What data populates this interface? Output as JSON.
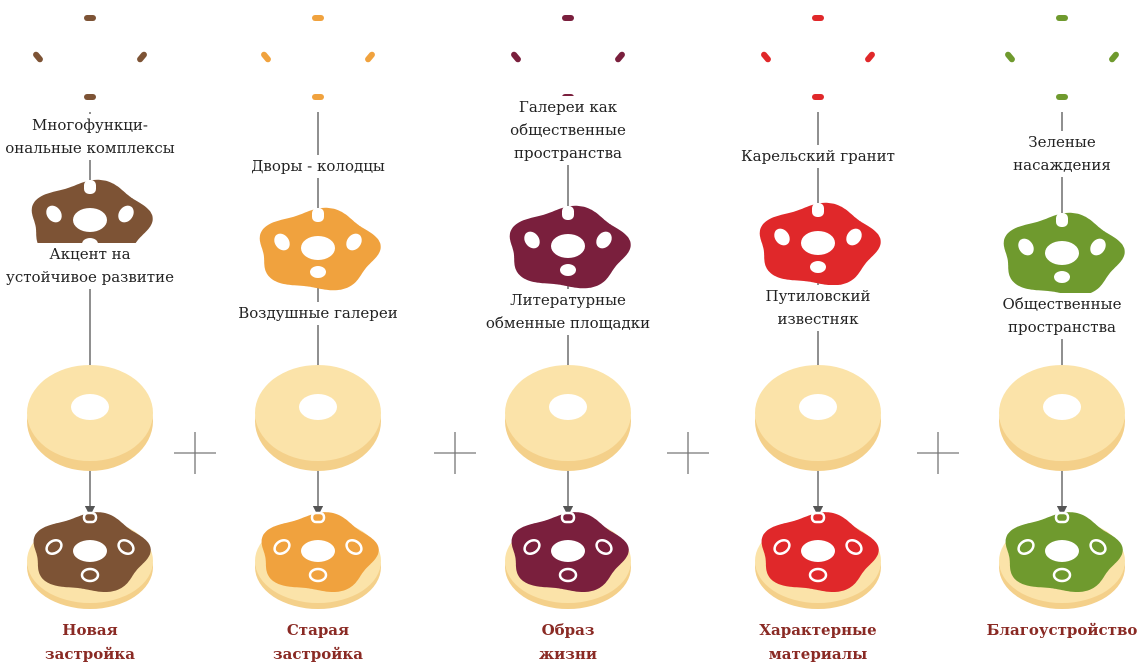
{
  "columns": [
    {
      "id": "new",
      "color": "#7d5335",
      "top_label": "Многофункци-\nональные комплексы",
      "mid_label": "Акцент на\nустойчивое развитие",
      "title": "Новая\nзастройка"
    },
    {
      "id": "old",
      "color": "#f0a23e",
      "top_label": "Дворы - колодцы",
      "mid_label": "Воздушные галереи",
      "title": "Старая\nзастройка"
    },
    {
      "id": "life",
      "color": "#7a1f3d",
      "top_label": "Галереи как\nобщественные\nпространства",
      "mid_label": "Литературные\nобменные площадки",
      "title": "Образ\nжизни"
    },
    {
      "id": "materials",
      "color": "#e0282a",
      "top_label": "Карельский гранит",
      "mid_label": "Путиловский\nизвестняк",
      "title": "Характерные\nматериалы"
    },
    {
      "id": "landscape",
      "color": "#6f9a2e",
      "top_label": "Зеленые насаждения",
      "mid_label": "Общественные\nпространства",
      "title": "Благоустройство"
    }
  ],
  "colors": {
    "dough": "#fbe3a9",
    "dough_shadow": "#f4d08a",
    "line": "#555555",
    "plus": "#777777",
    "title": "#8a2a24"
  },
  "icons": {
    "top": "sprinkles-icon",
    "middle": "glaze-icon",
    "base": "donut-base-icon",
    "result": "glazed-donut-icon",
    "separator": "plus-icon"
  }
}
